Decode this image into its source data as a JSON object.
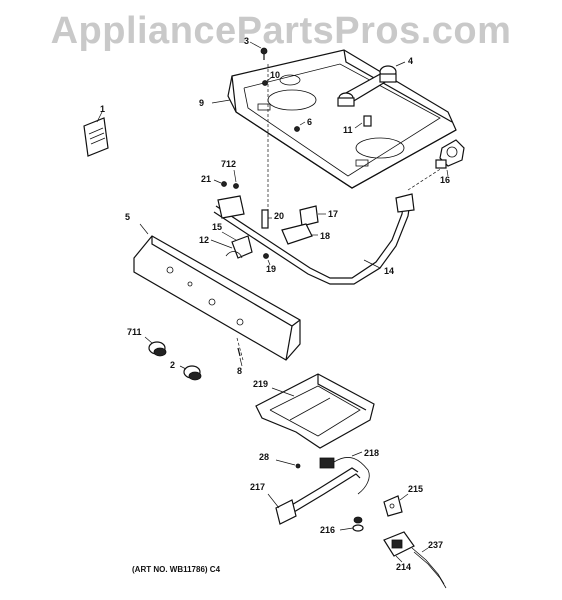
{
  "watermark": "AppliancePartsPros.com",
  "art_note": "(ART NO. WB11786) C4",
  "callouts": {
    "c1": "1",
    "c2": "2",
    "c3": "3",
    "c4": "4",
    "c5": "5",
    "c6": "6",
    "c8": "8",
    "c9": "9",
    "c10": "10",
    "c11": "11",
    "c12": "12",
    "c14": "14",
    "c15": "15",
    "c16": "16",
    "c17": "17",
    "c18": "18",
    "c19": "19",
    "c20": "20",
    "c21": "21",
    "c28": "28",
    "c214": "214",
    "c215": "215",
    "c216": "216",
    "c217": "217",
    "c218": "218",
    "c219": "219",
    "c237": "237",
    "c711": "711",
    "c712": "712"
  }
}
